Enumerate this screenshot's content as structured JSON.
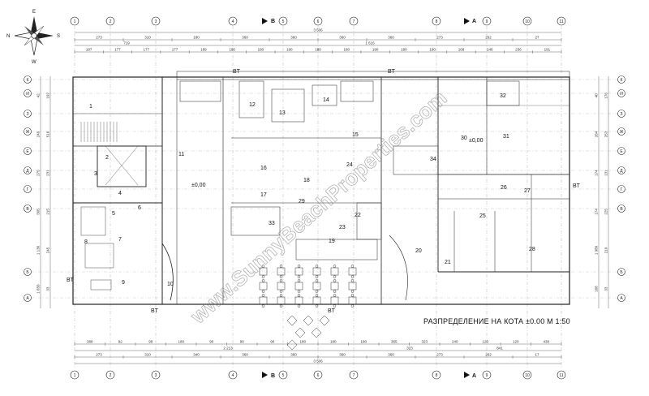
{
  "title": "РАЗПРЕДЕЛЕНИЕ НА КОТА ±0.00 М 1:50",
  "watermark": "www.SunnyBeachProperties.com",
  "compass": {
    "north": "N",
    "south": "S",
    "east": "E",
    "west": "W"
  },
  "level_marks": [
    "±0,00",
    "±0,00"
  ],
  "column_axes": [
    "1",
    "2",
    "3",
    "4",
    "5",
    "6",
    "7",
    "8",
    "9",
    "10",
    "11"
  ],
  "row_axes_left": [
    "К",
    "И",
    "З",
    "Ж",
    "Е",
    "Д",
    "Г",
    "В",
    "Б",
    "А"
  ],
  "row_axes_right": [
    "К",
    "И",
    "З",
    "Ж",
    "Е",
    "Д",
    "Г",
    "В",
    "Б",
    "А"
  ],
  "section_marks": [
    "B",
    "A",
    "B",
    "A"
  ],
  "top_dims_row1": [
    "273",
    "310",
    "180",
    "360",
    "360",
    "360",
    "360",
    "273",
    "262",
    "27"
  ],
  "top_total_1": "3 506",
  "top_dims_row2": [
    "719",
    "1 616"
  ],
  "top_dims_row3": [
    "187",
    "177",
    "177",
    "177",
    "189",
    "190",
    "180",
    "190",
    "180",
    "180",
    "190",
    "180",
    "190",
    "168",
    "146",
    "236",
    "191"
  ],
  "bottom_dims_row1": [
    "388",
    "92",
    "98",
    "180",
    "90",
    "90",
    "90",
    "180",
    "180",
    "180",
    "365",
    "323",
    "240",
    "120",
    "120",
    "438"
  ],
  "bottom_total_1": "2 213",
  "bottom_dims_row2": [
    "323",
    "841"
  ],
  "bottom_dims_row3": [
    "273",
    "310",
    "340",
    "360",
    "360",
    "360",
    "360",
    "273",
    "262",
    "17"
  ],
  "bottom_total_2": "3 506",
  "left_dims": [
    "42",
    "249",
    "275",
    "505",
    "1 136",
    "1 650",
    "192",
    "516",
    "231",
    "215",
    "245",
    "33"
  ],
  "right_dims": [
    "40",
    "264",
    "174",
    "174",
    "1 980",
    "168",
    "176",
    "253",
    "131",
    "225",
    "210",
    "33"
  ],
  "bt_labels": [
    "BT",
    "BT",
    "BT",
    "BT",
    "BT",
    "BT"
  ],
  "rooms": [
    "1",
    "2",
    "3",
    "4",
    "5",
    "6",
    "7",
    "8",
    "9",
    "10",
    "11",
    "12",
    "13",
    "14",
    "15",
    "16",
    "17",
    "18",
    "19",
    "20",
    "21",
    "22",
    "23",
    "24",
    "25",
    "26",
    "27",
    "28",
    "29",
    "30",
    "31",
    "32",
    "33",
    "34"
  ]
}
